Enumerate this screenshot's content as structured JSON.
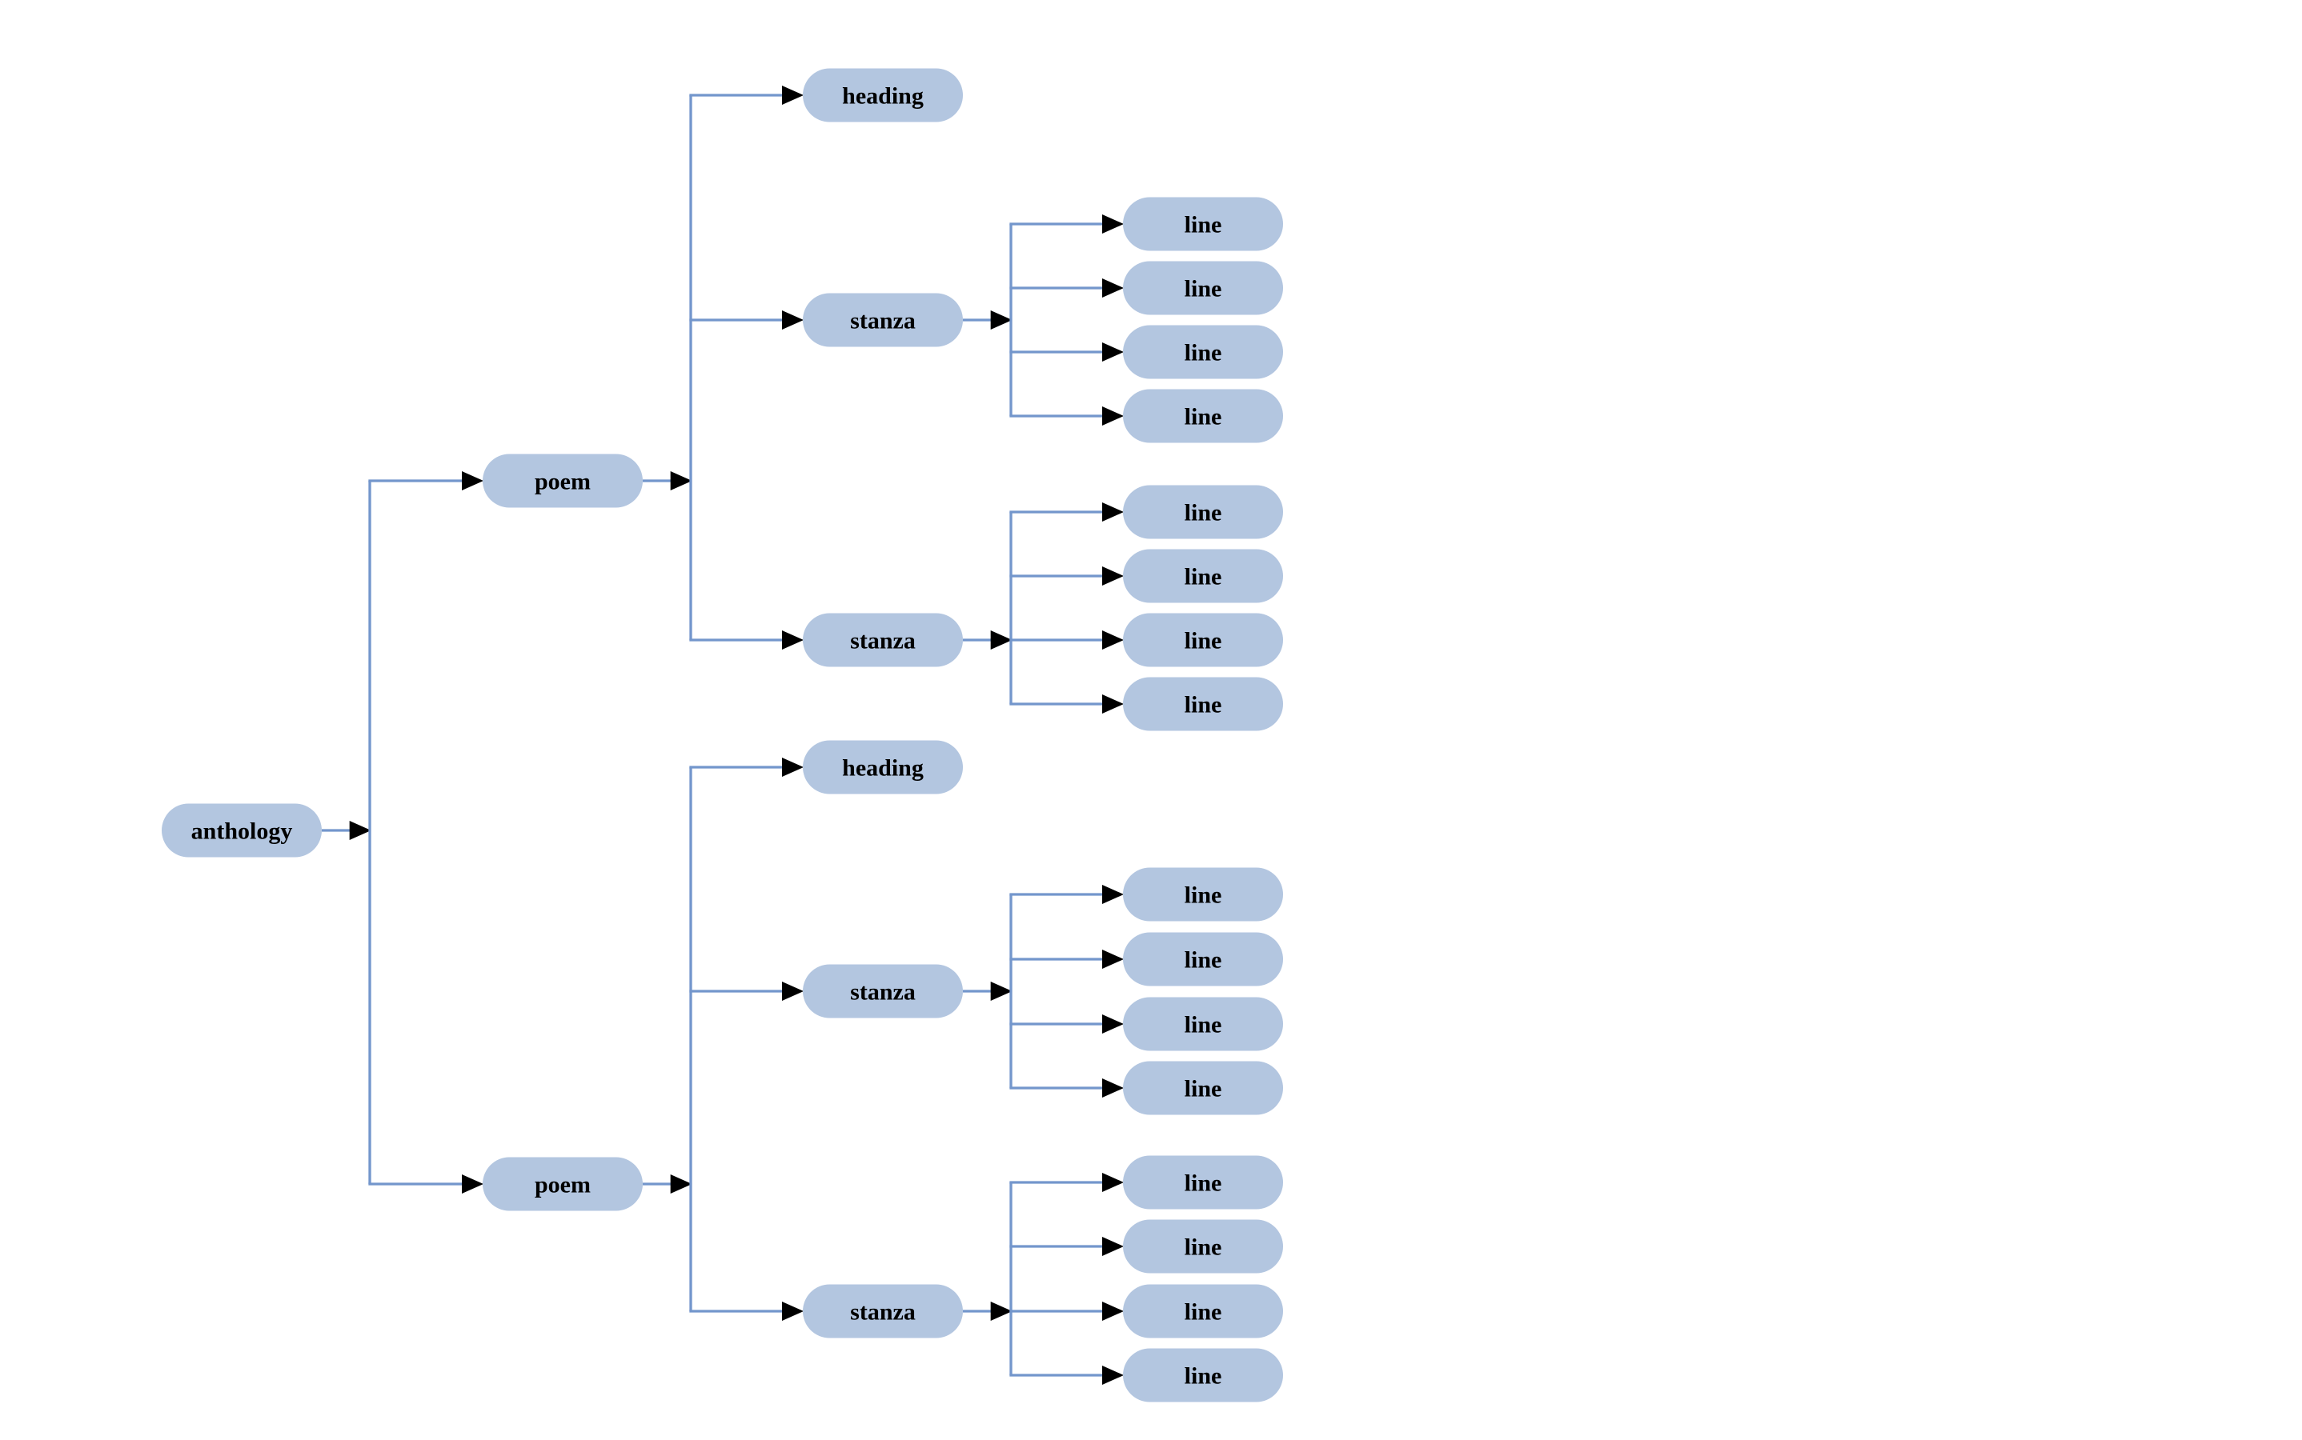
{
  "diagram": {
    "background": "#ffffff",
    "colors": {
      "node_fill": "#b3c6e0",
      "edge_line": "#7396cc",
      "arrowhead": "#000000",
      "label_text": "#000000"
    },
    "root": {
      "label": "anthology",
      "children": [
        {
          "label": "poem",
          "children": [
            {
              "label": "heading",
              "children": []
            },
            {
              "label": "stanza",
              "children": [
                {
                  "label": "line",
                  "children": []
                },
                {
                  "label": "line",
                  "children": []
                },
                {
                  "label": "line",
                  "children": []
                },
                {
                  "label": "line",
                  "children": []
                }
              ]
            },
            {
              "label": "stanza",
              "children": [
                {
                  "label": "line",
                  "children": []
                },
                {
                  "label": "line",
                  "children": []
                },
                {
                  "label": "line",
                  "children": []
                },
                {
                  "label": "line",
                  "children": []
                }
              ]
            }
          ]
        },
        {
          "label": "poem",
          "children": [
            {
              "label": "heading",
              "children": []
            },
            {
              "label": "stanza",
              "children": [
                {
                  "label": "line",
                  "children": []
                },
                {
                  "label": "line",
                  "children": []
                },
                {
                  "label": "line",
                  "children": []
                },
                {
                  "label": "line",
                  "children": []
                }
              ]
            },
            {
              "label": "stanza",
              "children": [
                {
                  "label": "line",
                  "children": []
                },
                {
                  "label": "line",
                  "children": []
                },
                {
                  "label": "line",
                  "children": []
                },
                {
                  "label": "line",
                  "children": []
                }
              ]
            }
          ]
        }
      ]
    }
  }
}
